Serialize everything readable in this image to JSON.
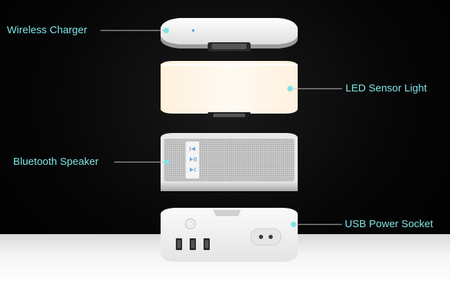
{
  "labels": {
    "wireless_charger": "Wireless Charger",
    "led_sensor_light": "LED  Sensor Light",
    "bluetooth_speaker": "Bluetooth Speaker",
    "usb_power_socket": "USB Power Socket"
  },
  "colors": {
    "accent": "#7fe3e6",
    "background": "#000000",
    "module_white": "#f2f2f2",
    "led_glow": "#fff5e6"
  },
  "icons": {
    "speaker_buttons": [
      "skip-back-icon",
      "play-pause-icon",
      "skip-forward-icon"
    ],
    "usb_ports": [
      "usb-port-icon",
      "usb-port-icon",
      "usb-port-icon"
    ]
  }
}
